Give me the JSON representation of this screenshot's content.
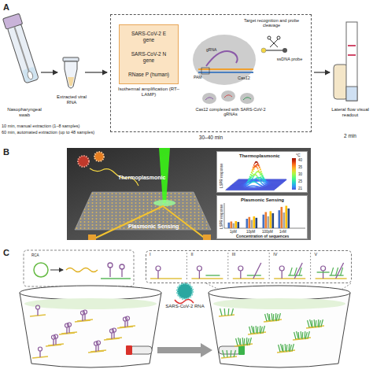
{
  "diagram": {
    "nodes": [
      {
        "text": [
          "30–40 min"
        ]
      },
      {
        "text": [
          "SARS-CoV-2 E gene",
          "SARS-CoV-2 N gene",
          "RNase P (human)"
        ],
        "in": 0
      },
      {
        "text": [
          "Thermoplasmonic",
          "LSPR response",
          "°C",
          "40",
          "35",
          "30",
          "25",
          "21"
        ]
      },
      {
        "text": [
          "Plasmonic Sensing",
          "LSPR response",
          "1pM",
          "10pM",
          "100pM",
          "1nM",
          "Concentration of sequences"
        ]
      },
      {
        "text": [
          "I",
          "II",
          "III",
          "IV",
          "V"
        ]
      }
    ],
    "labels": [
      "A",
      "Nasopharyngeal swab",
      "Extracted viral RNA",
      "10 min, manual extraction (1–8 samples)",
      "60 min, automated extraction (up to 48 samples)",
      "Isothermal amplification (RT–LAMP)",
      "Target recognition and probe cleavage",
      "gRNA",
      "PAM",
      "Cas12",
      "ssDNA probe",
      "Cas12 complexed with SARS-CoV-2 gRNAs",
      "Lateral flow visual readout",
      "2 min",
      "B",
      "Thermoplasmonic",
      "Plasmonic Sensing",
      "C",
      "RCA",
      "SARS-CoV-2 RNA"
    ]
  }
}
